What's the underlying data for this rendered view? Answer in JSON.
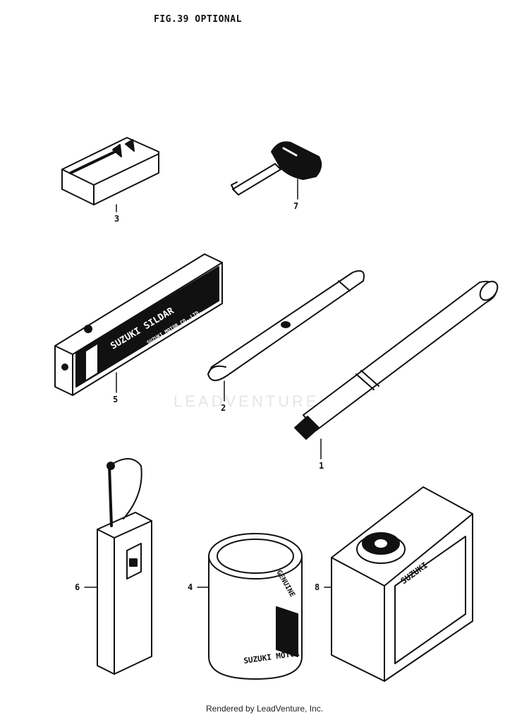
{
  "figure": {
    "title": "FIG.39  OPTIONAL"
  },
  "watermark": "LEADVENTURE",
  "parts": [
    {
      "callout": "3",
      "icon": "toolbag-icon"
    },
    {
      "callout": "7",
      "icon": "key-icon"
    },
    {
      "callout": "5",
      "icon": "toolbox-case-icon",
      "print_main": "SUZUKI SILDAR",
      "print_sub": "SUZUKI MOTOR CO.,LTD."
    },
    {
      "callout": "2",
      "icon": "tire-lever-icon"
    },
    {
      "callout": "1",
      "icon": "tire-pump-icon"
    },
    {
      "callout": "6",
      "icon": "oil-can-icon"
    },
    {
      "callout": "4",
      "icon": "paint-can-icon",
      "print_main": "SUZUKI MOTOR",
      "print_sub": "GENUINE"
    },
    {
      "callout": "8",
      "icon": "oil-tin-icon",
      "print_main": "SUZUKI"
    }
  ],
  "footer": {
    "text": "Rendered by LeadVenture, Inc."
  }
}
